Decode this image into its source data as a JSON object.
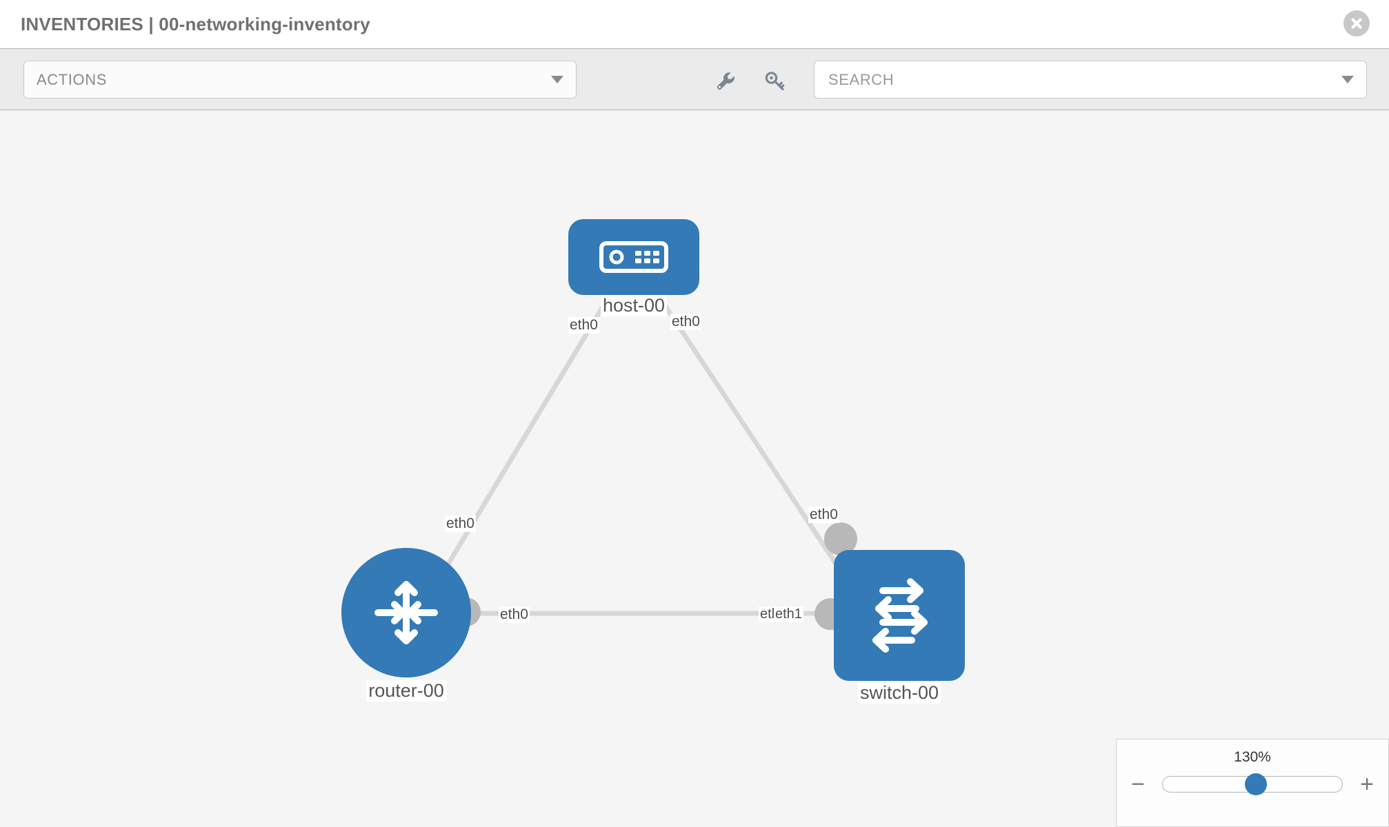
{
  "header": {
    "title": "INVENTORIES | 00-networking-inventory",
    "close_icon": "close-circle-icon"
  },
  "toolbar": {
    "actions_label": "ACTIONS",
    "actions_caret_icon": "chevron-down-icon",
    "wrench_icon": "wrench-icon",
    "key_icon": "key-icon",
    "search_placeholder": "SEARCH",
    "search_value": "",
    "search_caret_icon": "chevron-down-icon"
  },
  "topology": {
    "nodes": [
      {
        "id": "host-00",
        "label": "host-00",
        "type": "host",
        "icon": "server-icon",
        "shape": "rounded-rect",
        "color": "#337ab7"
      },
      {
        "id": "router-00",
        "label": "router-00",
        "type": "router",
        "icon": "router-arrows-icon",
        "shape": "circle",
        "color": "#337ab7"
      },
      {
        "id": "switch-00",
        "label": "switch-00",
        "type": "switch",
        "icon": "switch-arrows-icon",
        "shape": "rounded-rect",
        "color": "#337ab7"
      }
    ],
    "links": [
      {
        "from": "host-00",
        "to": "router-00",
        "from_iface": "eth0",
        "to_iface": "eth0"
      },
      {
        "from": "host-00",
        "to": "switch-00",
        "from_iface": "eth0",
        "to_iface": "eth0"
      },
      {
        "from": "router-00",
        "to": "switch-00",
        "from_iface": "eth0",
        "to_iface": "eth1"
      }
    ],
    "interface_labels": {
      "host_left": "eth0",
      "host_right": "eth0",
      "router_up": "eth0",
      "switch_up": "eth0",
      "router_right": "eth0",
      "switch_left_a": "eth",
      "switch_left_b": "eth1"
    },
    "edge_color": "#d7d7d7",
    "background": "#f5f5f5"
  },
  "zoom_control": {
    "value_label": "130%",
    "percent": 130,
    "minus_label": "−",
    "plus_label": "+",
    "thumb_position_percent": 52
  }
}
